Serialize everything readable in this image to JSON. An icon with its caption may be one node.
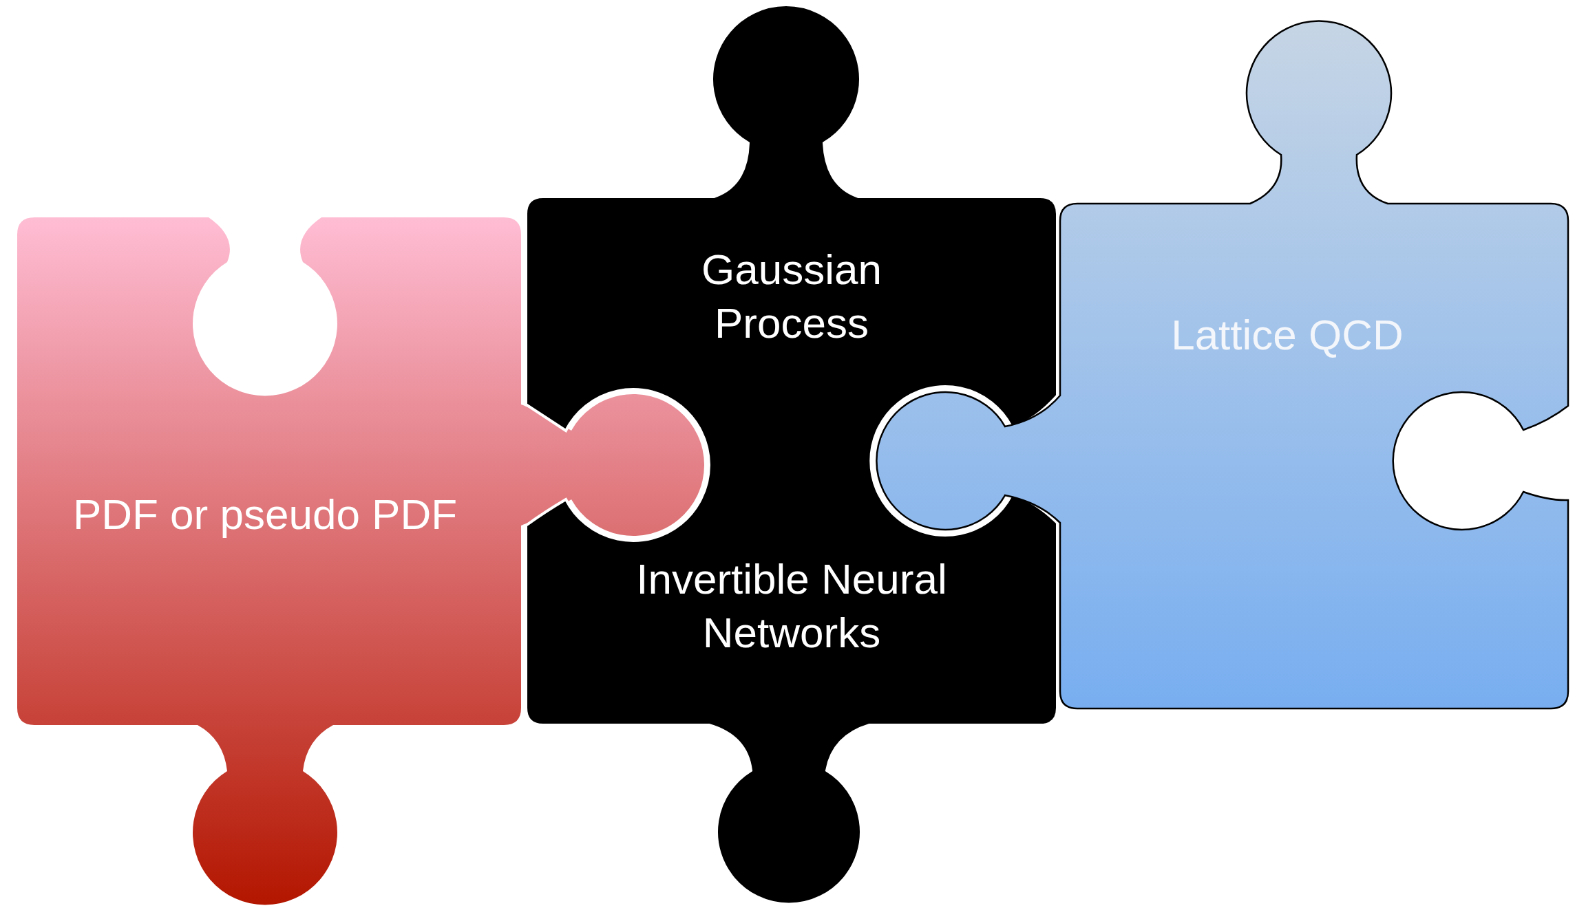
{
  "diagram": {
    "nodes": [
      {
        "text": [
          "PDF or pseudo PDF"
        ]
      },
      {
        "text": [
          "Gaussian Process",
          "Invertible Neural Networks"
        ]
      },
      {
        "text": [
          "Lattice QCD"
        ]
      }
    ]
  }
}
